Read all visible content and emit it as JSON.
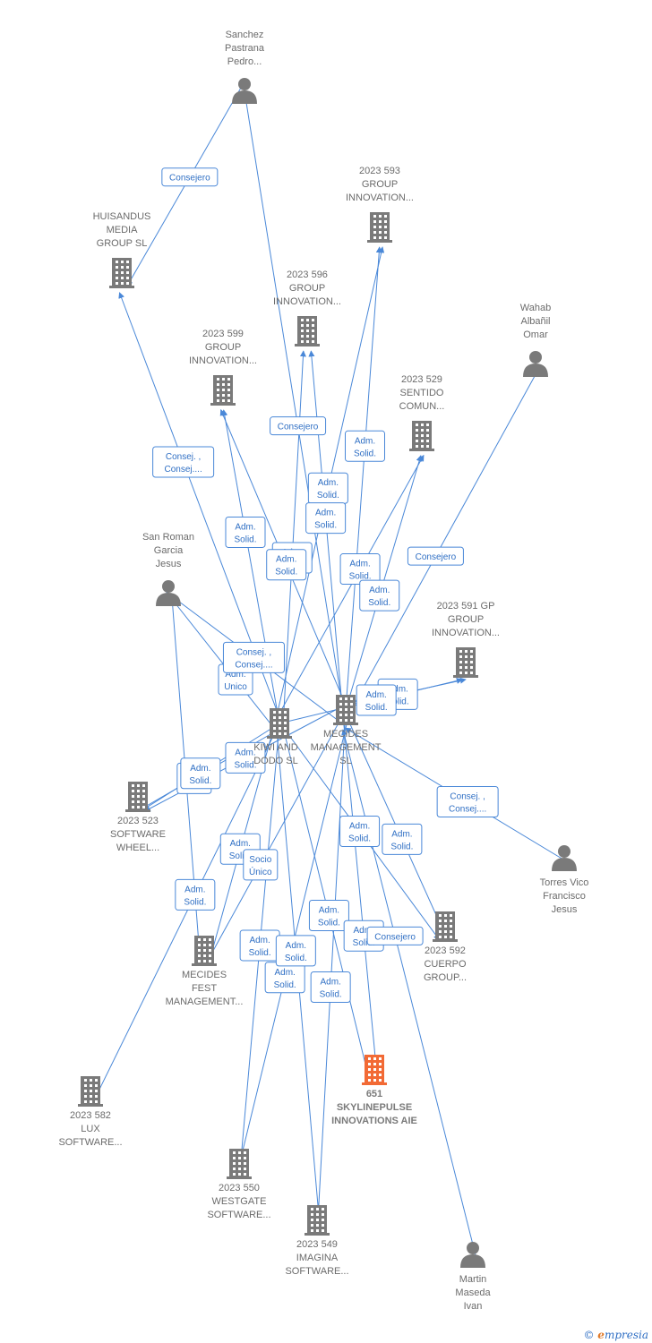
{
  "colors": {
    "edge": "#4a88d8",
    "node": "#7a7a7a",
    "highlight": "#f26a35",
    "label": "#6b6b6b"
  },
  "nodes": [
    {
      "id": "sanchez",
      "type": "person",
      "lines": [
        "Sanchez",
        "Pastrana",
        "Pedro..."
      ]
    },
    {
      "id": "huisandus",
      "type": "company",
      "lines": [
        "HUISANDUS",
        "MEDIA",
        "GROUP  SL"
      ]
    },
    {
      "id": "g593",
      "type": "company",
      "lines": [
        "2023 593",
        "GROUP",
        "INNOVATION..."
      ]
    },
    {
      "id": "g596",
      "type": "company",
      "lines": [
        "2023 596",
        "GROUP",
        "INNOVATION..."
      ]
    },
    {
      "id": "wahab",
      "type": "person",
      "lines": [
        "Wahab",
        "Albañil",
        "Omar"
      ]
    },
    {
      "id": "g599",
      "type": "company",
      "lines": [
        "2023 599",
        "GROUP",
        "INNOVATION..."
      ]
    },
    {
      "id": "s529",
      "type": "company",
      "lines": [
        "2023 529",
        "SENTIDO",
        "COMUN..."
      ]
    },
    {
      "id": "sanroman",
      "type": "person",
      "lines": [
        "San Roman",
        "Garcia",
        "Jesus"
      ]
    },
    {
      "id": "g591",
      "type": "company",
      "lines": [
        "2023 591 GP",
        "GROUP",
        "INNOVATION..."
      ]
    },
    {
      "id": "kiwi",
      "type": "company",
      "lines": [
        "KIWI AND",
        "DODO  SL"
      ]
    },
    {
      "id": "mecides",
      "type": "company",
      "lines": [
        "MECIDES",
        "MANAGEMENT",
        "SL"
      ]
    },
    {
      "id": "w523",
      "type": "company",
      "lines": [
        "2023 523",
        "SOFTWARE",
        "WHEEL..."
      ]
    },
    {
      "id": "torres",
      "type": "person",
      "lines": [
        "Torres Vico",
        "Francisco",
        "Jesus"
      ]
    },
    {
      "id": "fest",
      "type": "company",
      "lines": [
        "MECIDES",
        "FEST",
        "MANAGEMENT..."
      ]
    },
    {
      "id": "c592",
      "type": "company",
      "lines": [
        "2023 592",
        "CUERPO",
        "GROUP..."
      ]
    },
    {
      "id": "lux",
      "type": "company",
      "lines": [
        "2023 582",
        "LUX",
        "SOFTWARE..."
      ]
    },
    {
      "id": "sky",
      "type": "company",
      "highlight": true,
      "lines": [
        "651",
        "SKYLINEPULSE",
        "INNOVATIONS AIE"
      ]
    },
    {
      "id": "west",
      "type": "company",
      "lines": [
        "2023 550",
        "WESTGATE",
        "SOFTWARE..."
      ]
    },
    {
      "id": "imagina",
      "type": "company",
      "lines": [
        "2023 549",
        "IMAGINA",
        "SOFTWARE..."
      ]
    },
    {
      "id": "martin",
      "type": "person",
      "lines": [
        "Martin",
        "Maseda",
        "Ivan"
      ]
    }
  ],
  "edges": [
    {
      "from": "sanchez",
      "to": "huisandus",
      "label": [
        "Consejero"
      ]
    },
    {
      "from": "sanchez",
      "to": "mecides",
      "label": [
        "Consejero"
      ]
    },
    {
      "from": "kiwi",
      "to": "huisandus",
      "label": [
        "Consej. ,",
        "Consej...."
      ]
    },
    {
      "from": "kiwi",
      "to": "g593",
      "label": [
        "Adm.",
        "Solid."
      ]
    },
    {
      "from": "mecides",
      "to": "g593",
      "label": [
        "Adm.",
        "Solid."
      ]
    },
    {
      "from": "kiwi",
      "to": "g596",
      "label": [
        "Adm.",
        "Solid."
      ]
    },
    {
      "from": "mecides",
      "to": "g596",
      "label": [
        "Adm.",
        "Solid."
      ]
    },
    {
      "from": "kiwi",
      "to": "g599",
      "label": [
        "Adm.",
        "Solid."
      ]
    },
    {
      "from": "mecides",
      "to": "g599",
      "label": [
        "Adm.",
        "Solid."
      ]
    },
    {
      "from": "kiwi",
      "to": "s529",
      "label": [
        "Adm.",
        "Solid."
      ]
    },
    {
      "from": "mecides",
      "to": "s529",
      "label": [
        "Adm.",
        "Solid."
      ]
    },
    {
      "from": "wahab",
      "to": "mecides",
      "label": [
        "Consejero"
      ]
    },
    {
      "from": "sanroman",
      "to": "kiwi",
      "label": [
        "Adm.",
        "Unico"
      ]
    },
    {
      "from": "sanroman",
      "to": "mecides",
      "label": [
        "Consej. ,",
        "Consej...."
      ]
    },
    {
      "from": "sanroman",
      "to": "fest",
      "label": []
    },
    {
      "from": "mecides",
      "to": "g591",
      "label": [
        "Adm.",
        "Solid."
      ]
    },
    {
      "from": "kiwi",
      "to": "g591",
      "label": [
        "Adm.",
        "Solid."
      ]
    },
    {
      "from": "kiwi",
      "to": "w523",
      "label": [
        "Adm.",
        "Unico"
      ]
    },
    {
      "from": "mecides",
      "to": "w523",
      "label": [
        "Adm.",
        "Solid."
      ]
    },
    {
      "from": "kiwi",
      "to": "w523",
      "label": [
        "Adm.",
        "Solid."
      ]
    },
    {
      "from": "torres",
      "to": "mecides",
      "label": [
        "Consej. ,",
        "Consej...."
      ]
    },
    {
      "from": "kiwi",
      "to": "fest",
      "label": [
        "Adm.",
        "Solid."
      ]
    },
    {
      "from": "mecides",
      "to": "fest",
      "label": [
        "Socio",
        "Único"
      ]
    },
    {
      "from": "kiwi",
      "to": "c592",
      "label": [
        "Adm.",
        "Solid."
      ]
    },
    {
      "from": "mecides",
      "to": "c592",
      "label": [
        "Adm.",
        "Solid."
      ]
    },
    {
      "from": "kiwi",
      "to": "lux",
      "label": [
        "Adm.",
        "Solid."
      ]
    },
    {
      "from": "kiwi",
      "to": "sky",
      "label": [
        "Adm.",
        "Solid."
      ]
    },
    {
      "from": "mecides",
      "to": "sky",
      "label": [
        "Adm.",
        "Solid."
      ]
    },
    {
      "from": "kiwi",
      "to": "west",
      "label": [
        "Adm.",
        "Solid."
      ]
    },
    {
      "from": "mecides",
      "to": "west",
      "label": [
        "Adm.",
        "Solid."
      ]
    },
    {
      "from": "kiwi",
      "to": "imagina",
      "label": [
        "Adm.",
        "Solid."
      ]
    },
    {
      "from": "mecides",
      "to": "imagina",
      "label": [
        "Adm.",
        "Solid."
      ]
    },
    {
      "from": "martin",
      "to": "mecides",
      "label": [
        "Consejero"
      ]
    }
  ],
  "footer": {
    "copyright": "©",
    "brand_initial": "e",
    "brand_rest": "mpresia"
  }
}
